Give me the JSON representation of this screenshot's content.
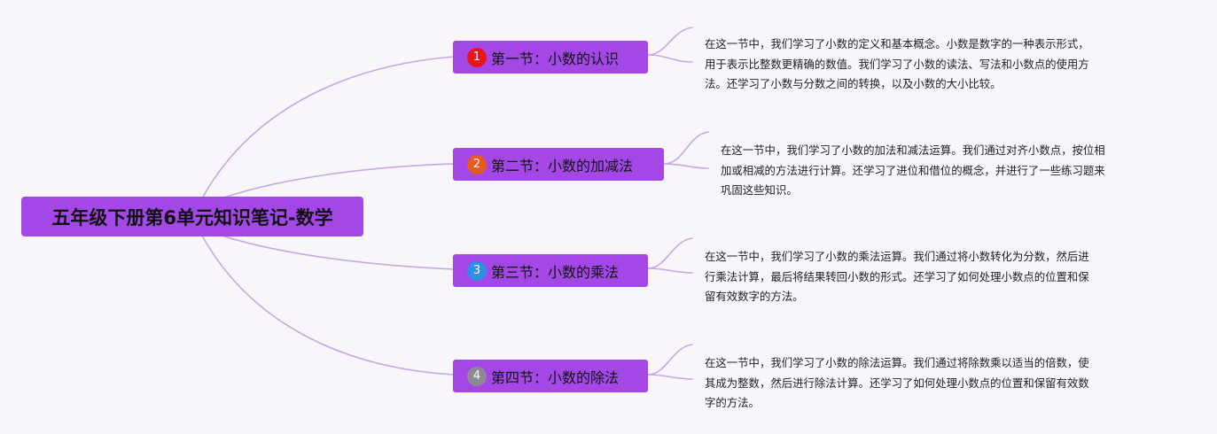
{
  "root": {
    "title": "五年级下册第6单元知识笔记-数学"
  },
  "sections": [
    {
      "number": "1",
      "badge_color": "#e8151a",
      "label": "第一节：小数的认识",
      "note_lines": [
        "在这一节中，我们学习了小数的定义和基本概念。小数是数字的一种表示形式，",
        "用于表示比整数更精确的数值。我们学习了小数的读法、写法和小数点的使用方",
        "法。还学习了小数与分数之间的转换，以及小数的大小比较。"
      ]
    },
    {
      "number": "2",
      "badge_color": "#e85b1f",
      "label": "第二节：小数的加减法",
      "note_lines": [
        "在这一节中，我们学习了小数的加法和减法运算。我们通过对齐小数点，按位相",
        "加或相减的方法进行计算。还学习了进位和借位的概念，并进行了一些练习题来",
        "巩固这些知识。"
      ]
    },
    {
      "number": "3",
      "badge_color": "#2e8fe8",
      "label": "第三节：小数的乘法",
      "note_lines": [
        "在这一节中，我们学习了小数的乘法运算。我们通过将小数转化为分数，然后进",
        "行乘法计算，最后将结果转回小数的形式。还学习了如何处理小数点的位置和保",
        "留有效数字的方法。"
      ]
    },
    {
      "number": "4",
      "badge_color": "#8e8a93",
      "label": "第四节：小数的除法",
      "note_lines": [
        "在这一节中，我们学习了小数的除法运算。我们通过将除数乘以适当的倍数，使",
        "其成为整数，然后进行除法计算。还学习了如何处理小数点的位置和保留有效数",
        "字的方法。"
      ]
    }
  ],
  "colors": {
    "node": "#a347e6",
    "connector": "#c7a8dc"
  }
}
